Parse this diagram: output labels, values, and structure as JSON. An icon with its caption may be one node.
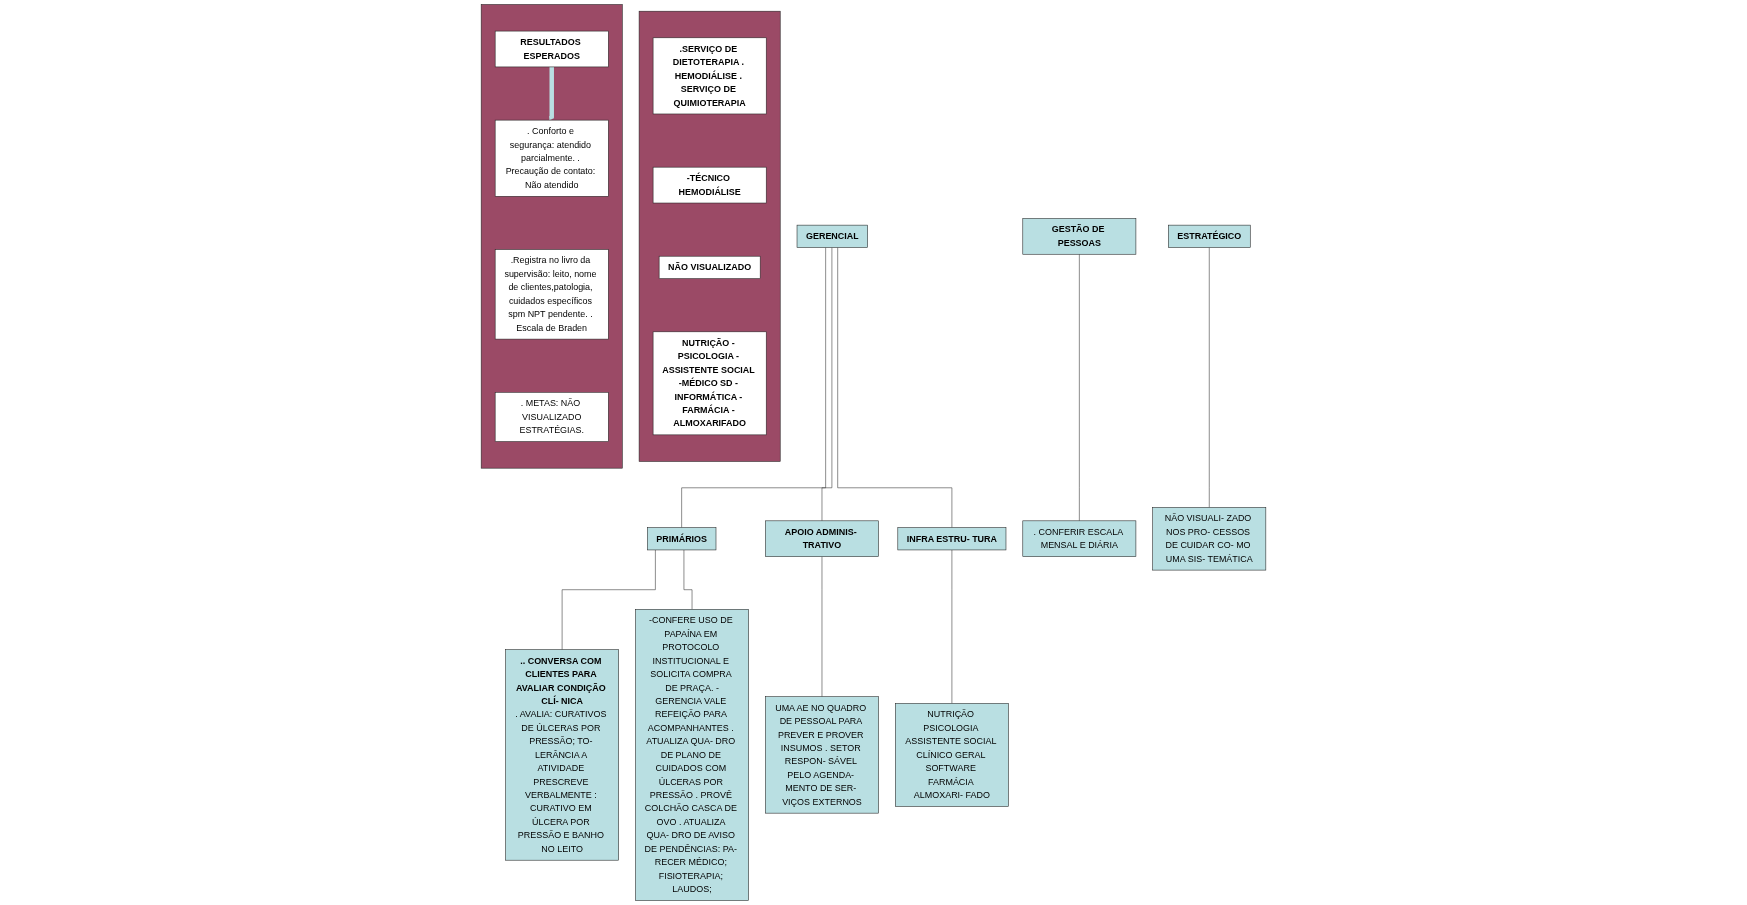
{
  "diagram": {
    "nodes": [
      {
        "text": [],
        "shape": "box"
      },
      {
        "text": [
          ".SERVIÇO DE DIETOTERAPIA . HEMODIÁLISE . SERVIÇO DE QUIMIOTERAPIA"
        ],
        "in": 0
      },
      {
        "text": [
          "-TÉCNICO HEMODIÁLISE"
        ],
        "in": 0
      },
      {
        "text": [
          "NÃO VISUALIZADO"
        ],
        "in": 0
      },
      {
        "text": [
          "NUTRIÇÃO - PSICOLOGIA - ASSISTENTE SOCIAL -MÉDICO SD - INFORMÁTICA - FARMÁCIA - ALMOXARIFADO"
        ],
        "in": 0
      },
      {
        "text": [
          "GERENCIAL"
        ]
      },
      {
        "text": [
          "PRIMÁRIOS"
        ]
      },
      {
        "text": [
          "APOIO ADMINIS- TRATIVO"
        ]
      },
      {
        "text": [
          "INFRA ESTRU- TURA"
        ]
      },
      {
        "text": [
          ".. CONVERSA COM CLIENTES PARA AVALIAR CONDIÇÃO CLÍ- NICA",
          ". AVALIA: CURATIVOS DE ÚLCERAS POR PRESSÃO; TO- LERÂNCIA A ATIVIDADE PRESCREVE VERBALMENTE : CURATIVO EM ÚLCERA POR PRESSÃO E BANHO NO LEITO"
        ]
      },
      {
        "text": [
          "-CONFERE USO DE PAPAÍNA EM PROTOCOLO INSTITUCIONAL E SOLICITA COMPRA DE PRAÇA. -GERENCIA VALE REFEIÇÃO PARA ACOMPANHANTES . ATUALIZA QUA- DRO DE PLANO DE CUIDADOS COM ÚLCERAS POR PRESSÃO . PROVÊ COLCHÃO CASCA DE OVO . ATUALIZA QUA- DRO DE AVISO DE PENDÊNCIAS: PA- RECER MÉDICO; FISIOTERAPIA; LAUDOS;"
        ]
      },
      {
        "text": [
          "UMA AE NO QUADRO DE PESSOAL PARA PREVER E PROVER INSUMOS . SETOR RESPON- SÁVEL PELO AGENDA- MENTO DE SER- VIÇOS EXTERNOS"
        ]
      },
      {
        "text": [
          "NUTRIÇÃO PSICOLOGIA ASSISTENTE SOCIAL CLÍNICO GERAL SOFTWARE FARMÁCIA ALMOXARI- FADO"
        ]
      },
      {
        "text": [
          "GESTÃO DE PESSOAS"
        ]
      },
      {
        "text": [
          ". CONFERIR ESCALA MENSAL E DIÁRIA"
        ]
      },
      {
        "text": [
          "ESTRATÉGICO"
        ]
      },
      {
        "text": [
          "NÃO VISUALI- ZADO NOS PRO- CESSOS DE CUIDAR CO- MO UMA SIS- TEMÁTICA"
        ]
      },
      {
        "text": [],
        "shape": "box"
      },
      {
        "text": [
          "RESULTADOS ESPERADOS"
        ],
        "in": 17
      },
      {
        "text": [
          ". Conforto e segurança: atendido parcialmente. . Precaução de contato: Não atendido"
        ],
        "in": 17
      },
      {
        "text": [
          ".Registra no livro da supervisão: leito, nome de clientes,patologia, cuidados específicos spm NPT pendente. . Escala de Braden"
        ],
        "in": 17
      },
      {
        "text": [
          ". METAS: NÃO VISUALIZADO",
          "ESTRATÉGIAS."
        ],
        "in": 17
      }
    ],
    "edges": [
      {
        "from": 5,
        "to": 6,
        "arrow": "none"
      },
      {
        "from": 5,
        "to": 7,
        "arrow": "none"
      },
      {
        "from": 5,
        "to": 8,
        "arrow": "none"
      },
      {
        "from": 6,
        "to": 9,
        "arrow": "none"
      },
      {
        "from": 6,
        "to": 10,
        "arrow": "none"
      },
      {
        "from": 7,
        "to": 11,
        "arrow": "none"
      },
      {
        "from": 8,
        "to": 12,
        "arrow": "none"
      },
      {
        "from": 13,
        "to": 14,
        "arrow": "none"
      },
      {
        "from": 15,
        "to": 16,
        "arrow": "none"
      },
      {
        "from": 18,
        "to": 19,
        "arrow": "to",
        "style": "thick",
        "color": "#b9dfe2"
      }
    ]
  }
}
